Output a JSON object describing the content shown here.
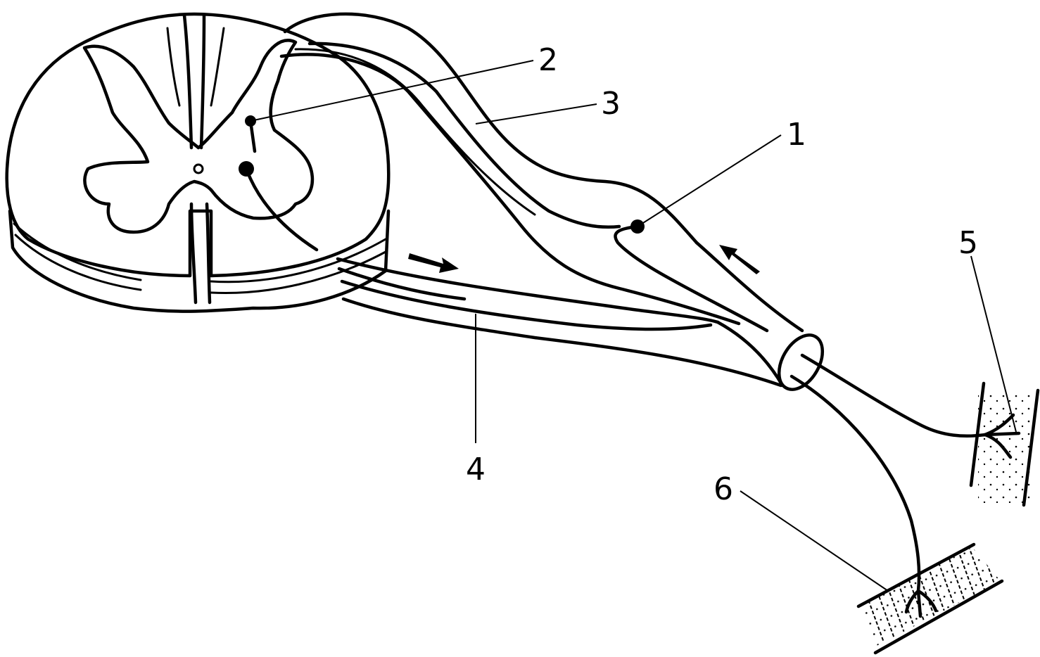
{
  "labels": {
    "callout_1": "1",
    "callout_2": "2",
    "callout_3": "3",
    "callout_4": "4",
    "callout_5": "5",
    "callout_6": "6"
  },
  "colors": {
    "ink": "#000000",
    "paper": "#ffffff"
  }
}
